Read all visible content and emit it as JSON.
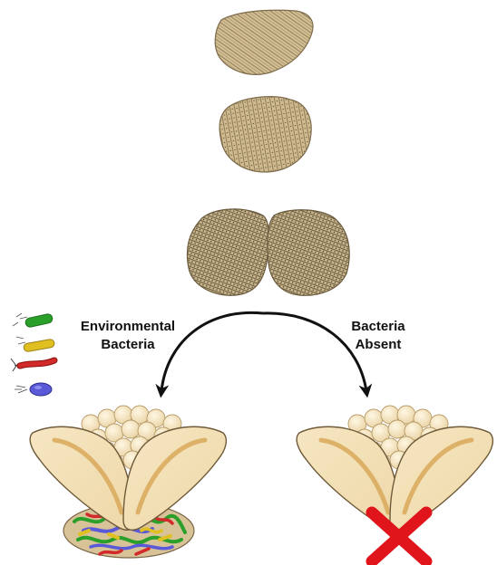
{
  "labels": {
    "left_line1": "Environmental",
    "left_line2": "Bacteria",
    "right_line1": "Bacteria",
    "right_line2": "Absent"
  },
  "colors": {
    "tissue_fill": "#d2bf94",
    "tissue_stroke": "#7d6b4c",
    "cream_fill": "#f3dfb4",
    "cream_stroke": "#6f5a3a",
    "band": "#d9a85a",
    "arrow": "#111111",
    "x_mark": "#e0141b",
    "bacteria": [
      "#2aa02a",
      "#e0c020",
      "#d22a2a",
      "#5a5ad8"
    ]
  },
  "icons": [
    "green-rod-bacterium-icon",
    "yellow-rod-bacterium-icon",
    "red-filament-bacterium-icon",
    "blue-coccus-bacterium-icon",
    "absent-x-icon"
  ]
}
